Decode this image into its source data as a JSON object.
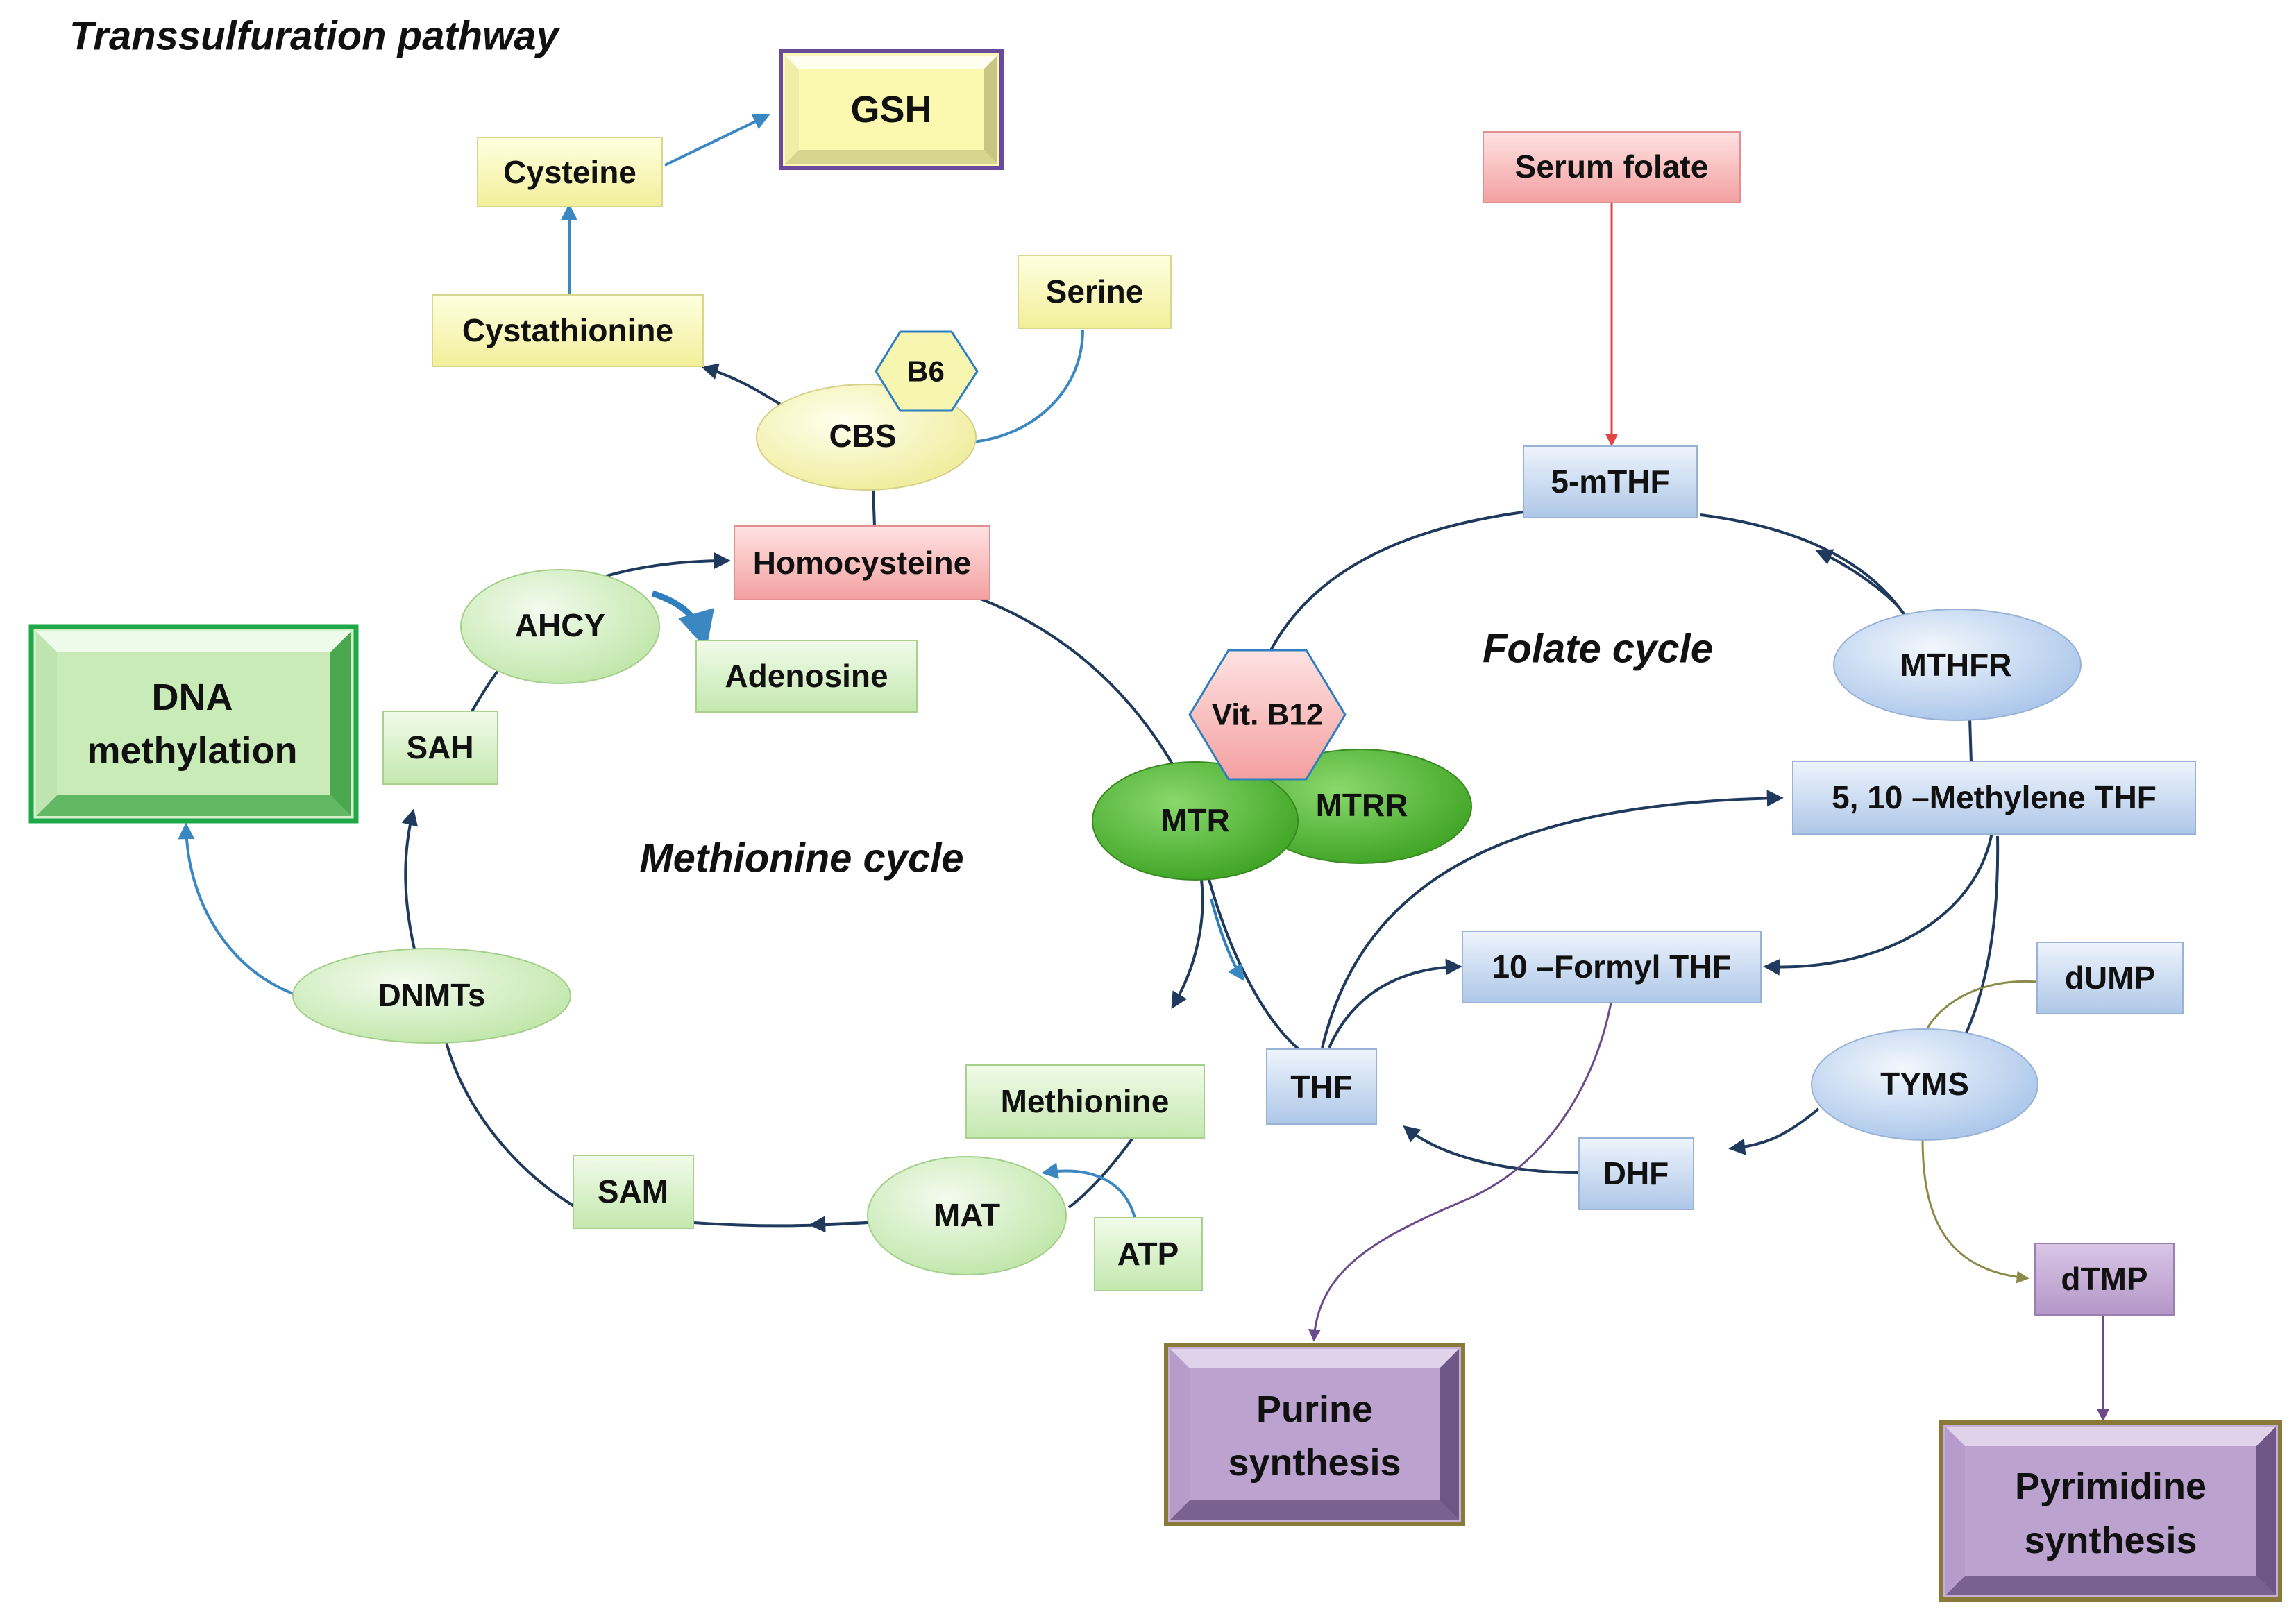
{
  "titles": {
    "transsulfuration": "Transsulfuration pathway",
    "methionine_cycle": "Methionine cycle",
    "folate_cycle": "Folate cycle"
  },
  "boxes": {
    "gsh": "GSH",
    "cysteine": "Cysteine",
    "cystathionine": "Cystathionine",
    "serine": "Serine",
    "homocysteine": "Homocysteine",
    "adenosine": "Adenosine",
    "sah": "SAH",
    "sam": "SAM",
    "methionine": "Methionine",
    "atp": "ATP",
    "dna_methylation_1": "DNA",
    "dna_methylation_2": "methylation",
    "serum_folate": "Serum folate",
    "mthf5": "5-mTHF",
    "methylene_thf": "5, 10 –Methylene THF",
    "formyl_thf": "10 –Formyl THF",
    "thf": "THF",
    "dhf": "DHF",
    "dump": "dUMP",
    "dtmp": "dTMP",
    "purine_1": "Purine",
    "purine_2": "synthesis",
    "pyrimidine_1": "Pyrimidine",
    "pyrimidine_2": "synthesis"
  },
  "enzymes": {
    "cbs": "CBS",
    "b6": "B6",
    "ahcy": "AHCY",
    "dnmts": "DNMTs",
    "mat": "MAT",
    "mtr": "MTR",
    "mtrr": "MTRR",
    "vit_b12": "Vit. B12",
    "mthfr": "MTHFR",
    "tyms": "TYMS"
  },
  "colors": {
    "yellow_box": "#f7f5b2",
    "pink_box": "#f6b9b9",
    "green_box": "#d6f0c8",
    "blue_box": "#c9d8ee",
    "purple_box": "#c6aed4",
    "dna_border": "#1fa84a",
    "gsh_border": "#6a4a9a",
    "purine_border": "#8a7a3a",
    "methionine_arrow": "#1f3a5c",
    "link_arrow": "#3a87c2",
    "serum_arrow": "#e04545",
    "purine_arrow": "#6a4a8a",
    "tyms_arrow": "#8a8a4a",
    "mtr_green": "#4cb832"
  }
}
